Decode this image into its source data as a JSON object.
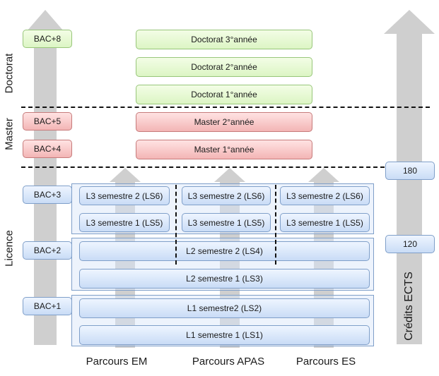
{
  "levels": {
    "doctorat": "Doctorat",
    "master": "Master",
    "licence": "Licence"
  },
  "bac": [
    "BAC+8",
    "BAC+5",
    "BAC+4",
    "BAC+3",
    "BAC+2",
    "BAC+1"
  ],
  "doctorat": [
    "Doctorat 3°année",
    "Doctorat 2°année",
    "Doctorat 1°année"
  ],
  "master": [
    "Master 2°année",
    "Master 1°année"
  ],
  "l3": {
    "s6": [
      "L3 semestre 2 (LS6)",
      "L3 semestre 2 (LS6)",
      "L3 semestre 2 (LS6)"
    ],
    "s5": [
      "L3 semestre 1 (LS5)",
      "L3 semestre 1 (LS5)",
      "L3 semestre 1 (LS5)"
    ]
  },
  "l2": {
    "s4": "L2 semestre 2 (LS4)",
    "s3": "L2 semestre 1 (LS3)"
  },
  "l1": {
    "s2": "L1 semestre2 (LS2)",
    "s1": "L1 semestre 1 (LS1)"
  },
  "tracks": [
    "Parcours EM",
    "Parcours APAS",
    "Parcours ES"
  ],
  "ects": {
    "label": "Crédits ECTS",
    "values": [
      "180",
      "120"
    ]
  },
  "colors": {
    "doctorat": "#dcf5c4",
    "master": "#f3b5b5",
    "licence": "#c9dcf6",
    "arrow": "#cfcfcf"
  }
}
